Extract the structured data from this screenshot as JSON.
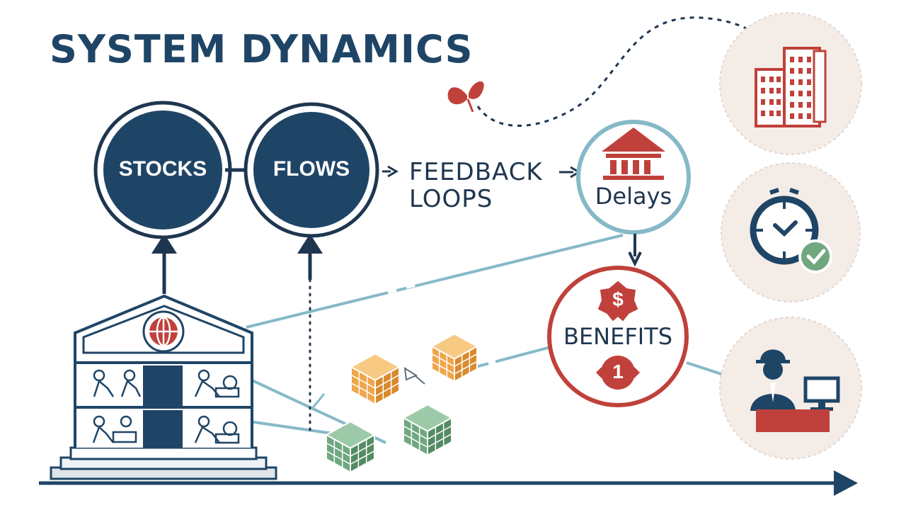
{
  "title": "SYSTEM DYNAMICS",
  "nodes": {
    "stocks": "STOCKS",
    "flows": "FLOWS",
    "feedback_loops_line1": "FEEDBACK",
    "feedback_loops_line2": "LOOPS",
    "delays": "Delays",
    "benefits": "BENEFITS"
  },
  "badges": {
    "dollar": "$",
    "one": "1"
  },
  "icons": [
    "butterfly-icon",
    "buildings-icon",
    "bank-icon",
    "clock-icon",
    "checkmark-icon",
    "worker-at-computer-icon",
    "factory-icon",
    "globe-icon",
    "cube-icon"
  ],
  "colors": {
    "navy": "#1f4566",
    "red": "#c0413b",
    "teal": "#86b9c8",
    "orange": "#f0a64a",
    "green": "#6fa77f",
    "ring": "#f1e6df"
  }
}
